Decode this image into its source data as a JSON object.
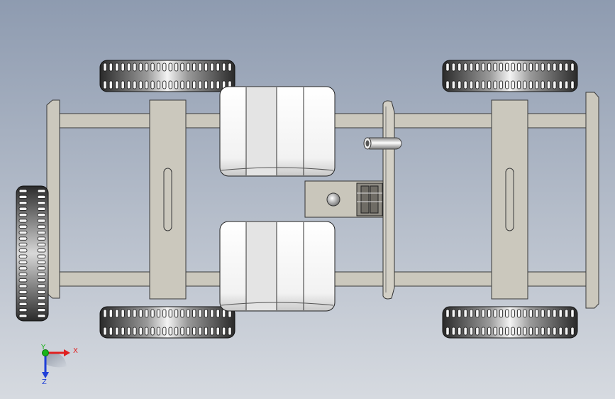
{
  "viewport": {
    "background_top": "#8e9bb0",
    "background_bottom": "#d6dae0"
  },
  "colors": {
    "frame_fill": "#cbc8bd",
    "frame_stroke": "#3a3a3a",
    "tire_dark": "#1b1b1b",
    "tire_light": "#f2f2f2",
    "tank_fill": "#f7f7f7",
    "tank_band": "#e2e2e2",
    "hardware_fill": "#c3c0b5",
    "axis_x": "#e02020",
    "axis_y": "#19b519",
    "axis_z": "#1f3fd8"
  },
  "triad": {
    "x_label": "X",
    "y_label": "Y",
    "z_label": "Z"
  }
}
